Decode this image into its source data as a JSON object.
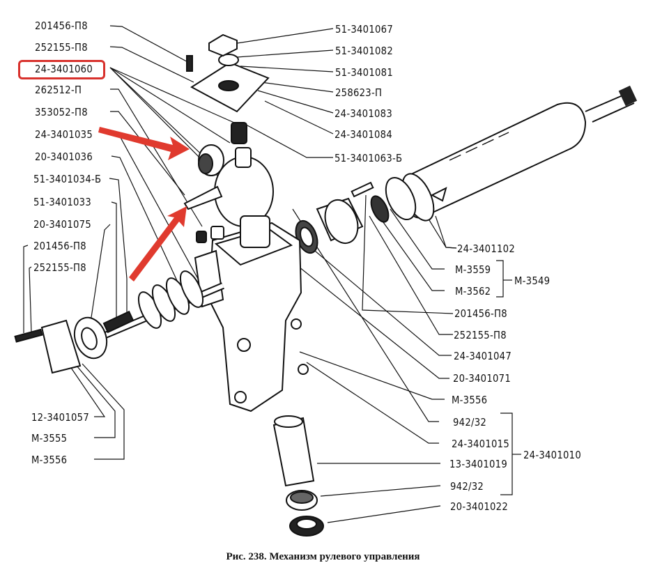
{
  "figure": {
    "caption": "Рис. 238. Механизм рулевого управления",
    "highlight_color": "#d8312c",
    "highlighted_part": "24-3401060",
    "annotation_arrows": 2
  },
  "labels_left": [
    "201456-П8",
    "252155-П8",
    "24-3401060",
    "262512-П",
    "353052-П8",
    "24-3401035",
    "20-3401036",
    "51-3401034-Б",
    "51-3401033",
    "20-3401075",
    "201456-П8",
    "252155-П8"
  ],
  "labels_bottom_left": [
    "12-3401057",
    "М-3555",
    "М-3556"
  ],
  "labels_top_right": [
    "51-3401067",
    "51-3401082",
    "51-3401081",
    "258623-П",
    "24-3401083",
    "24-3401084",
    "51-3401063-Б"
  ],
  "labels_right": [
    "24-3401102",
    "М-3559",
    "М-3562",
    "201456-П8",
    "252155-П8",
    "24-3401047",
    "20-3401071",
    "М-3556"
  ],
  "group_m3549": {
    "label": "М-3549",
    "members": [
      "М-3559",
      "М-3562"
    ]
  },
  "labels_bottom_right": [
    "942/32",
    "24-3401015",
    "13-3401019",
    "942/32",
    "20-3401022"
  ],
  "group_24_3401010": {
    "label": "24-3401010",
    "members": [
      "942/32",
      "24-3401015",
      "13-3401019",
      "942/32"
    ]
  }
}
